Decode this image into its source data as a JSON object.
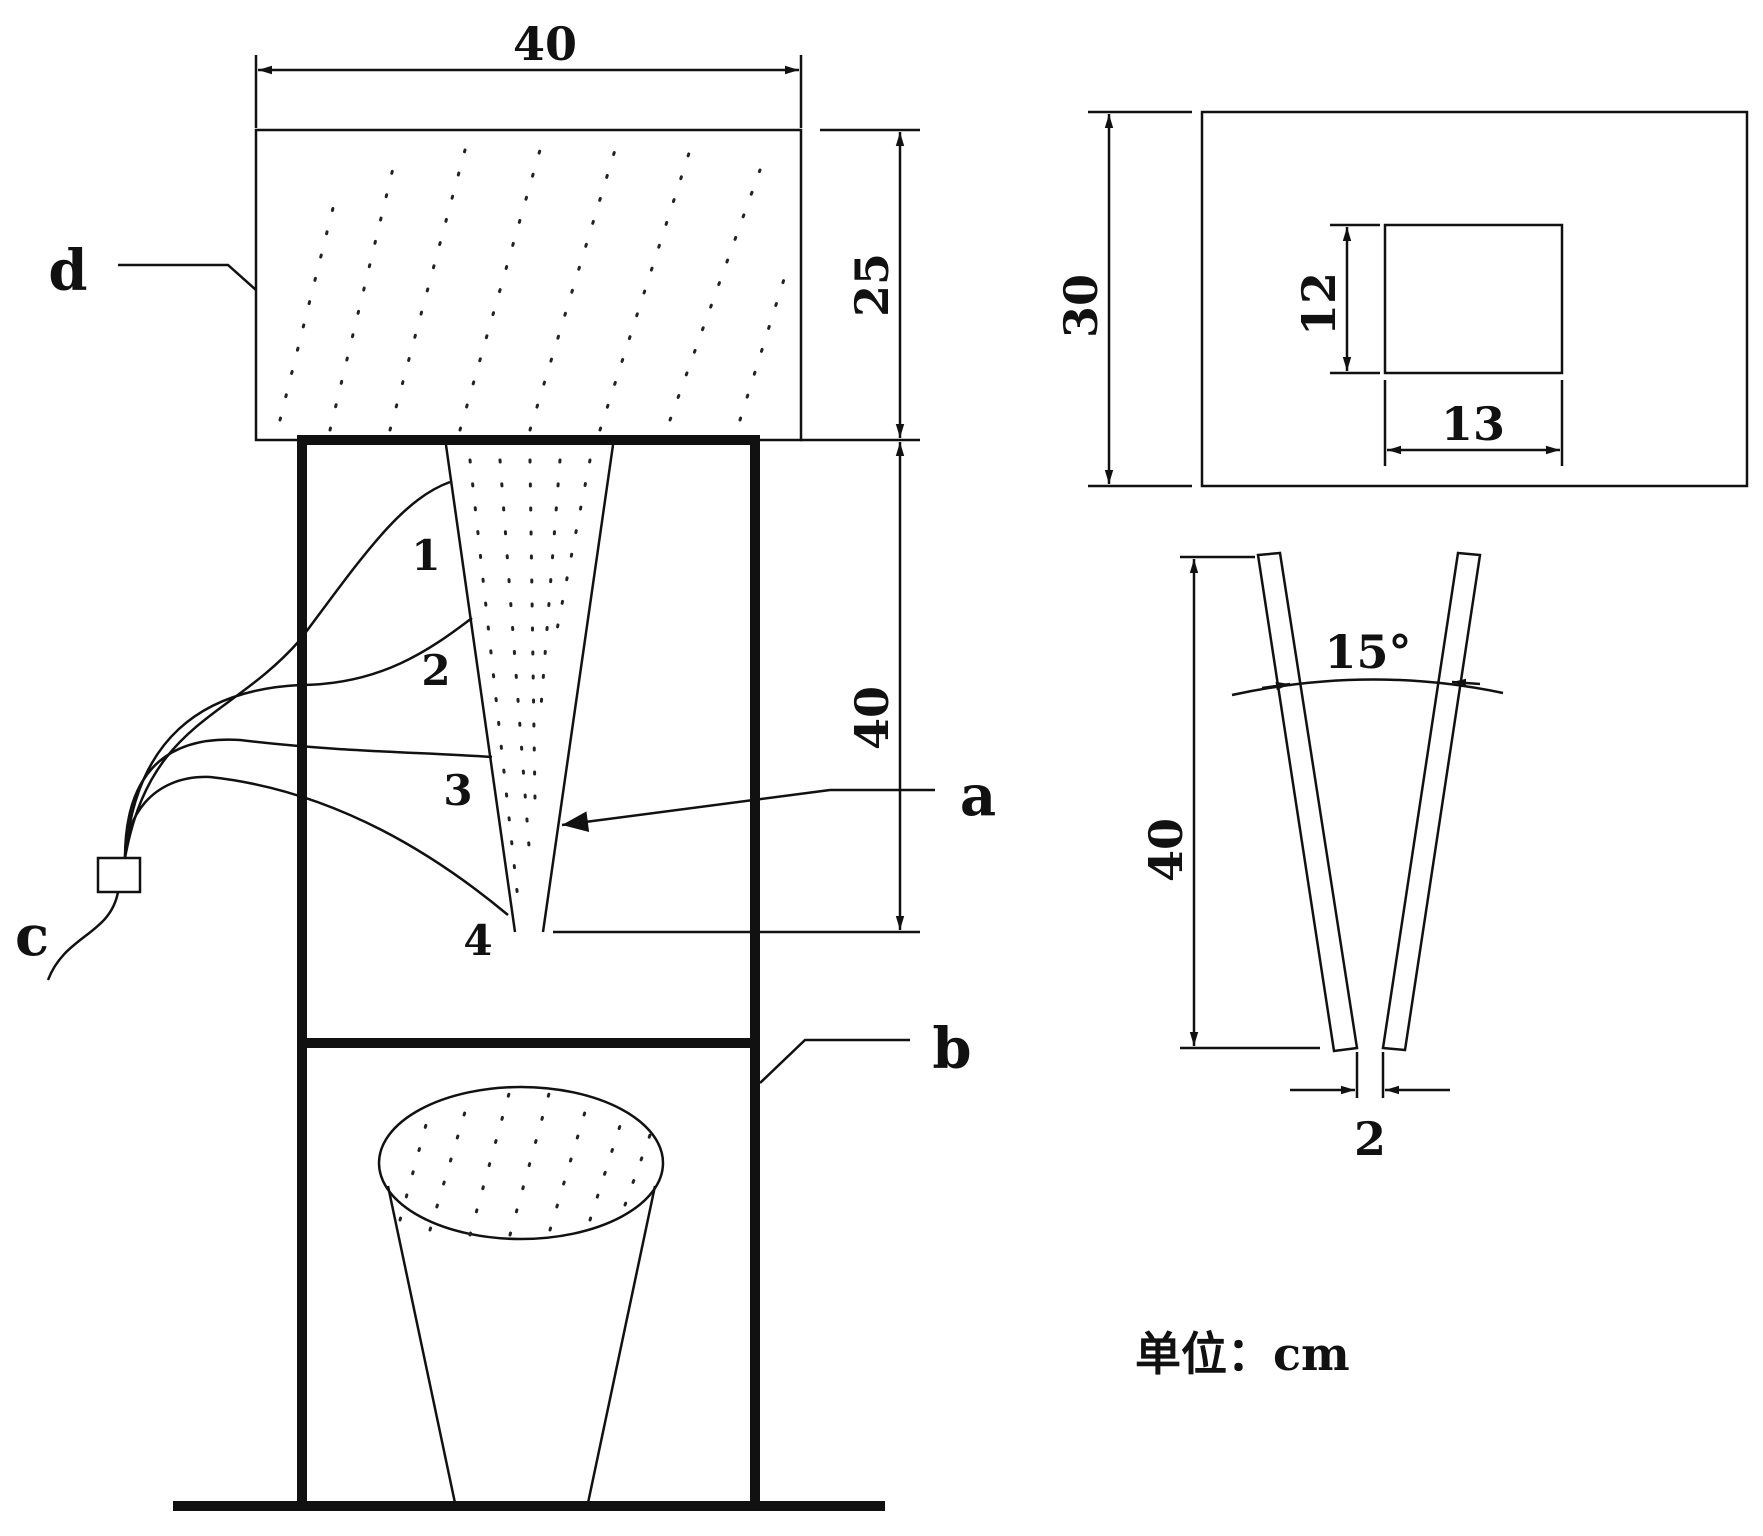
{
  "dimensions": {
    "top_width": "40",
    "upper_height": "25",
    "lower_height": "40",
    "plan_height": "30",
    "hole_height": "12",
    "hole_width": "13",
    "plate_length": "40",
    "gap": "2",
    "angle": "15°"
  },
  "labels": {
    "a": "a",
    "b": "b",
    "c": "c",
    "d": "d"
  },
  "sensor_points": [
    "1",
    "2",
    "3",
    "4"
  ],
  "unit_label": "单位：cm"
}
